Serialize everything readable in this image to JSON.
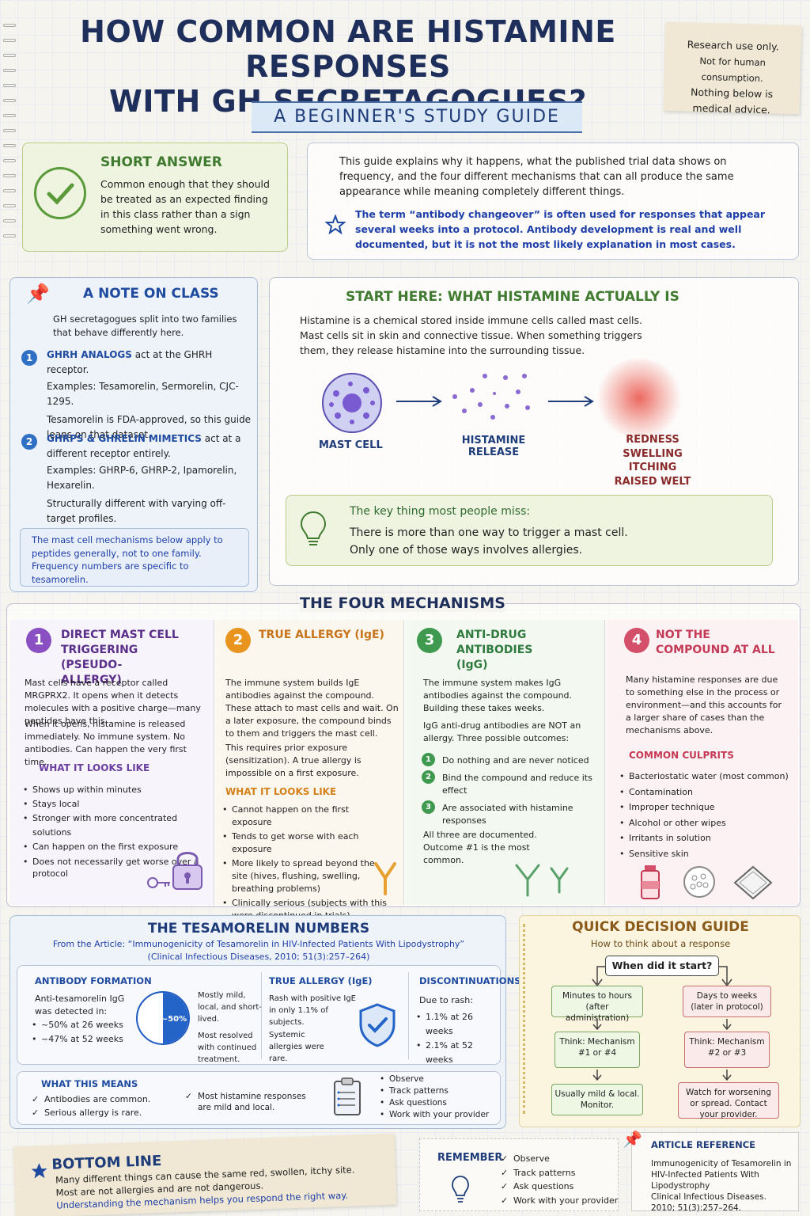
{
  "header": {
    "title_line1": "HOW COMMON ARE HISTAMINE RESPONSES",
    "title_line2": "WITH GH SECRETAGOGUES?",
    "subtitle": "A BEGINNER'S STUDY GUIDE",
    "disclaimer_1": "Research use only.",
    "disclaimer_2": "Not for human consumption.",
    "disclaimer_3": "Nothing below is",
    "disclaimer_4": "medical advice."
  },
  "short_answer": {
    "heading": "SHORT ANSWER",
    "body": "Common enough that they should be treated as an expected finding in this class rather than a sign something went wrong."
  },
  "intro": {
    "body": "This guide explains why it happens, what the published trial data shows on frequency, and the four different mechanisms that can all produce the same appearance while meaning completely different things.",
    "note": "The term “antibody changeover” is often used for responses that appear several weeks into a protocol. Antibody development is real and well documented, but it is not the most likely explanation in most cases."
  },
  "class_note": {
    "heading": "A NOTE ON CLASS",
    "intro": "GH secretagogues split into two families that behave differently here.",
    "item1_num": "1",
    "item1_title": "GHRH ANALOGS",
    "item1_rest": " act at the GHRH receptor.",
    "item1_examples": "Examples: Tesamorelin, Sermorelin, CJC-1295.",
    "item1_note": "Tesamorelin is FDA-approved, so this guide leans on that dataset.",
    "item2_num": "2",
    "item2_title": "GHRPS & GHRELIN MIMETICS",
    "item2_rest": " act at a different receptor entirely.",
    "item2_examples": "Examples: GHRP-6, GHRP-2, Ipamorelin, Hexarelin.",
    "item2_note": "Structurally different with varying off-target profiles.",
    "footer": "The mast cell mechanisms below apply to peptides generally, not to one family. Frequency numbers are specific to tesamorelin."
  },
  "histamine": {
    "heading": "START HERE: WHAT HISTAMINE ACTUALLY IS",
    "body": "Histamine is a chemical stored inside immune cells called mast cells. Mast cells sit in skin and connective tissue. When something triggers them, they release histamine into the surrounding tissue.",
    "label_mast": "MAST CELL",
    "label_release1": "HISTAMINE",
    "label_release2": "RELEASE",
    "effect1": "REDNESS",
    "effect2": "SWELLING",
    "effect3": "ITCHING",
    "effect4": "RAISED WELT",
    "key_title": "The key thing most people miss:",
    "key_line1": "There is more than one way to trigger a mast cell.",
    "key_line2": "Only one of those ways involves allergies."
  },
  "mechanisms": {
    "heading": "THE FOUR MECHANISMS",
    "m1": {
      "num": "1",
      "title": "DIRECT MAST CELL TRIGGERING (PSEUDO-ALLERGY)",
      "p1": "Mast cells have a receptor called MRGPRX2. It opens when it detects molecules with a positive charge—many peptides have this.",
      "p2": "When it opens, histamine is released immediately. No immune system. No antibodies. Can happen the very first time.",
      "sub": "WHAT IT LOOKS LIKE",
      "b1": "Shows up within minutes",
      "b2": "Stays local",
      "b3": "Stronger with more concentrated solutions",
      "b4": "Can happen on the first exposure",
      "b5": "Does not necessarily get worse over a protocol"
    },
    "m2": {
      "num": "2",
      "title": "TRUE ALLERGY (IgE)",
      "p1": "The immune system builds IgE antibodies against the compound. These attach to mast cells and wait. On a later exposure, the compound binds to them and triggers the mast cell.",
      "p2": "This requires prior exposure (sensitization). A true allergy is impossible on a first exposure.",
      "sub": "WHAT IT LOOKS LIKE",
      "b1": "Cannot happen on the first exposure",
      "b2": "Tends to get worse with each exposure",
      "b3": "More likely to spread beyond the site (hives, flushing, swelling, breathing problems)",
      "b4": "Clinically serious (subjects with this were discontinued in trials)"
    },
    "m3": {
      "num": "3",
      "title": "ANTI-DRUG ANTIBODIES (IgG)",
      "p1": "The immune system makes IgG antibodies against the compound. Building these takes weeks.",
      "p2": "IgG anti-drug antibodies are NOT an allergy. Three possible outcomes:",
      "o1": "Do nothing and are never noticed",
      "o2": "Bind the compound and reduce its effect",
      "o3": "Are associated with histamine responses",
      "foot": "All three are documented. Outcome #1 is the most common."
    },
    "m4": {
      "num": "4",
      "title": "NOT THE COMPOUND AT ALL",
      "p1": "Many histamine responses are due to something else in the process or environment—and this accounts for a larger share of cases than the mechanisms above.",
      "sub": "COMMON CULPRITS",
      "b1": "Bacteriostatic water (most common)",
      "b2": "Contamination",
      "b3": "Improper technique",
      "b4": "Alcohol or other wipes",
      "b5": "Irritants in solution",
      "b6": "Sensitive skin"
    }
  },
  "numbers": {
    "heading": "THE TESAMORELIN NUMBERS",
    "source1": "From the Article: “Immunogenicity of Tesamorelin in HIV-Infected Patients With Lipodystrophy”",
    "source2": "(Clinical Infectious Diseases, 2010; 51(3):257–264)",
    "ab_heading": "ANTIBODY FORMATION",
    "ab_text": "Anti-tesamorelin IgG was detected in:",
    "ab_b1": "~50% at 26 weeks",
    "ab_b2": "~47% at 52 weeks",
    "pie_label": "~50%",
    "ab_side1": "Mostly mild, local, and short-lived.",
    "ab_side2": "Most resolved with continued treatment.",
    "ige_heading": "TRUE ALLERGY (IgE)",
    "ige_text": "Rash with positive IgE in only 1.1% of subjects.",
    "ige_text2": "Systemic allergies were rare.",
    "dis_heading": "DISCONTINUATIONS",
    "dis_text": "Due to rash:",
    "dis_b1": "1.1% at 26 weeks",
    "dis_b2": "2.1% at 52 weeks",
    "means_heading": "WHAT THIS MEANS",
    "means_c1": "Antibodies are common.",
    "means_c2": "Serious allergy is rare.",
    "means_c3": "Most histamine responses are mild and local.",
    "list1": "Observe",
    "list2": "Track patterns",
    "list3": "Ask questions",
    "list4": "Work with your provider"
  },
  "decision": {
    "heading": "QUICK DECISION GUIDE",
    "sub": "How to think about a response",
    "question": "When did it start?",
    "left1": "Minutes to hours (after administration)",
    "left2": "Think: Mechanism #1 or #4",
    "left3": "Usually mild & local. Monitor.",
    "right1": "Days to weeks (later in protocol)",
    "right2": "Think: Mechanism #2 or #3",
    "right3": "Watch for worsening or spread. Contact your provider."
  },
  "bottom": {
    "heading": "BOTTOM LINE",
    "line1": "Many different things can cause the same red, swollen, itchy site.",
    "line2": "Most are not allergies and are not dangerous.",
    "line3": "Understanding the mechanism helps you respond the right way.",
    "remember": "REMEMBER",
    "r1": "Observe",
    "r2": "Track patterns",
    "r3": "Ask questions",
    "r4": "Work with your provider",
    "ref_heading": "ARTICLE REFERENCE",
    "ref_text": "Immunogenicity of Tesamorelin in HIV-Infected Patients With Lipodystrophy",
    "ref_cite1": "Clinical Infectious Diseases.",
    "ref_cite2": "2010; 51(3):257–264."
  },
  "colors": {
    "purple": "#8a4fc0",
    "orange": "#e8941e",
    "green": "#3f9a4f",
    "pink": "#d4506a",
    "blue": "#2f6fc4"
  }
}
